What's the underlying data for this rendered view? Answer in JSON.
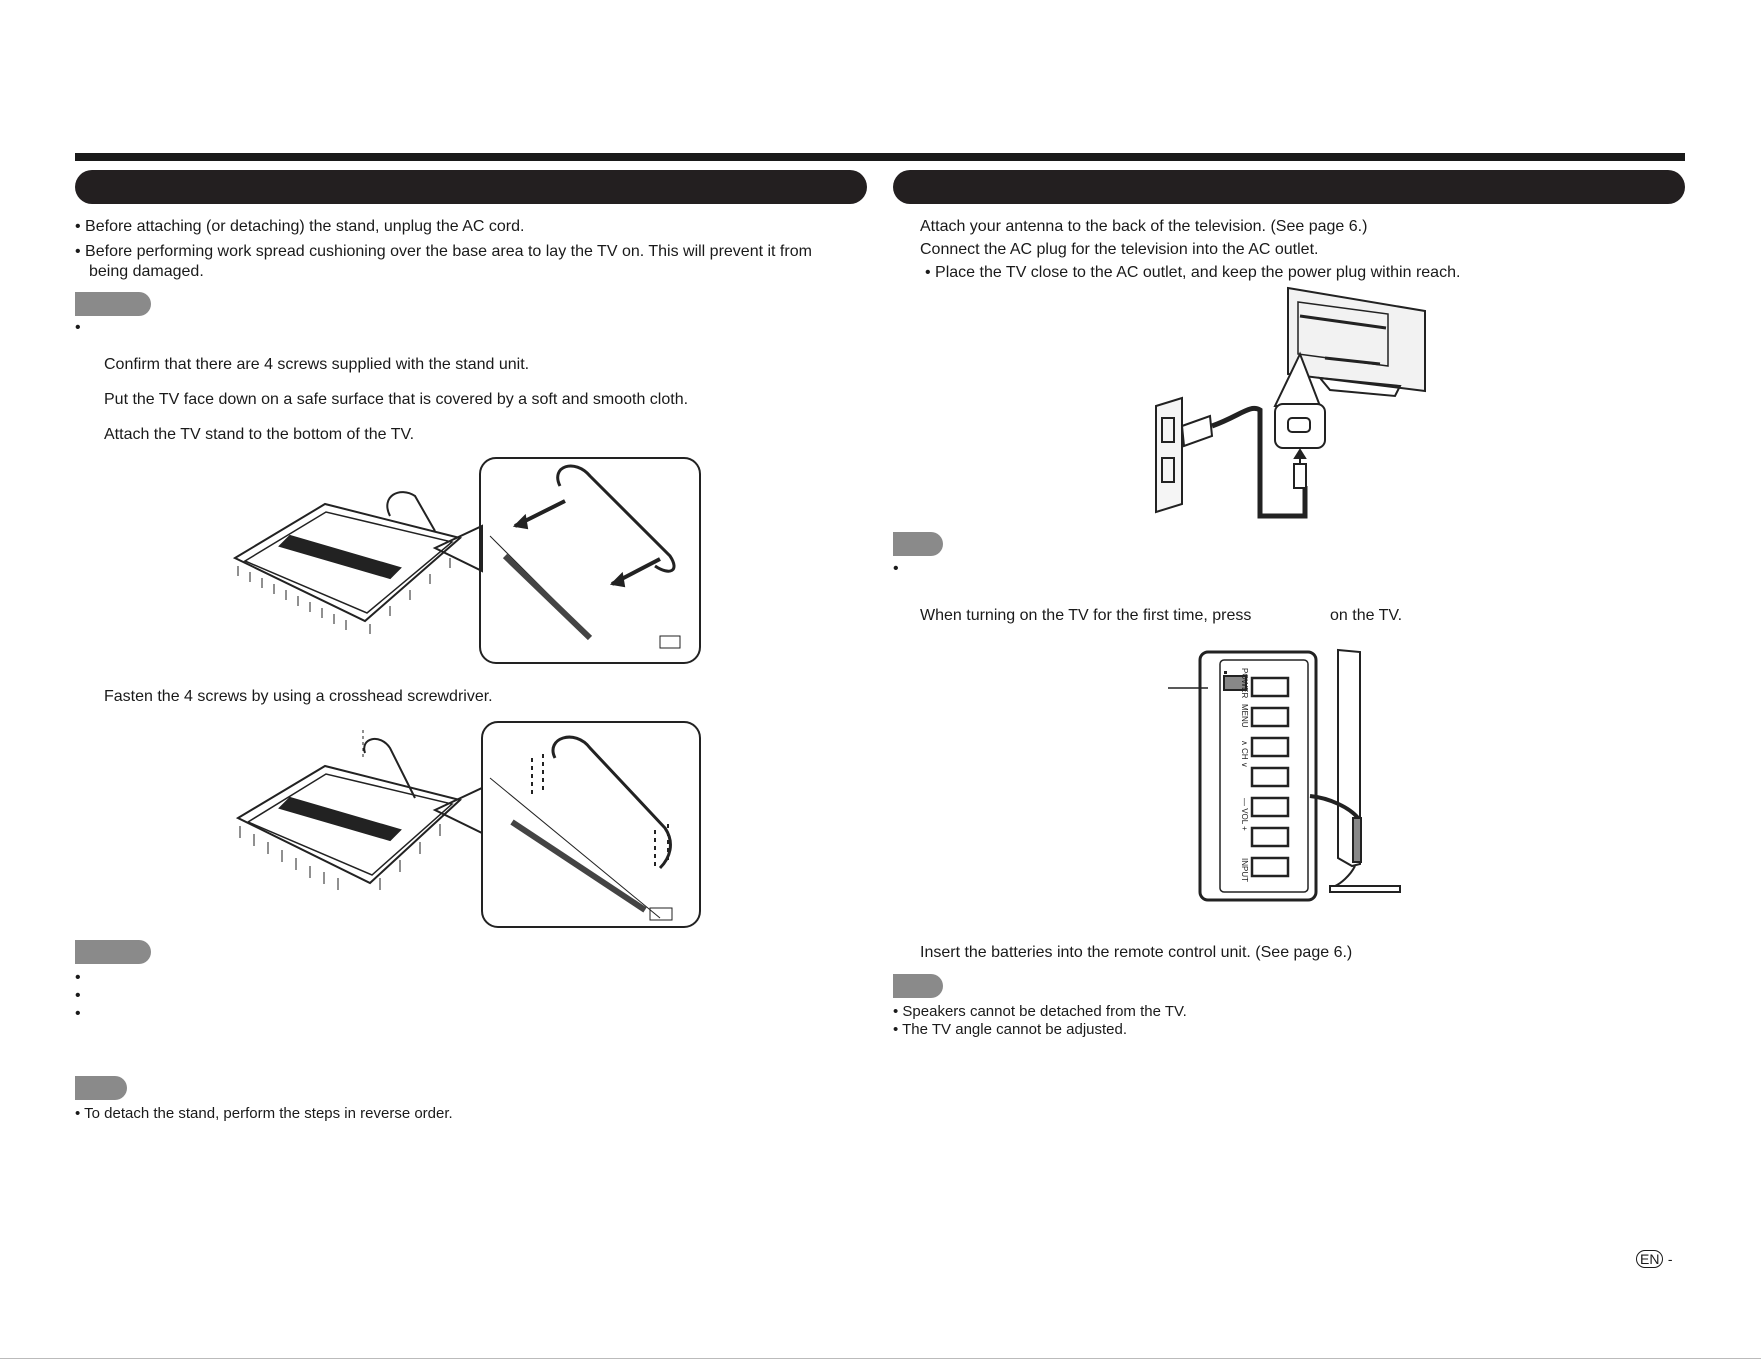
{
  "left": {
    "bullets": [
      "• Before attaching (or detaching) the stand, unplug the AC cord.",
      "• Before performing work spread cushioning over the base area to lay the TV on. This will prevent it from",
      "being damaged."
    ],
    "steps": [
      "Confirm that there are 4 screws supplied with the stand unit.",
      "Put the TV face down on a safe surface that is covered by a soft and smooth cloth.",
      "Attach the TV stand to the bottom of the TV.",
      "Fasten the 4 screws by using a crosshead screwdriver."
    ],
    "bottom_note": "• To detach the stand, perform the steps in reverse order."
  },
  "right": {
    "lines": [
      "Attach your antenna to the back of the television. (See page  6.)",
      "Connect the AC plug for the television into the AC outlet.",
      "• Place the TV close to the AC outlet, and keep the power plug within reach."
    ],
    "power_step_prefix": "When turning on the TV for the first time, press",
    "power_step_suffix": "on the TV.",
    "battery_step": "Insert the batteries into the remote control unit. (See page  6.)",
    "notes": [
      "• Speakers cannot be detached from the TV.",
      "• The TV angle cannot be adjusted."
    ],
    "panel_labels": [
      "POWER",
      "MENU",
      "∧ CH ∨",
      "— VOL +",
      "INPUT"
    ]
  },
  "footer": {
    "en_badge": "EN",
    "dash": "-"
  }
}
